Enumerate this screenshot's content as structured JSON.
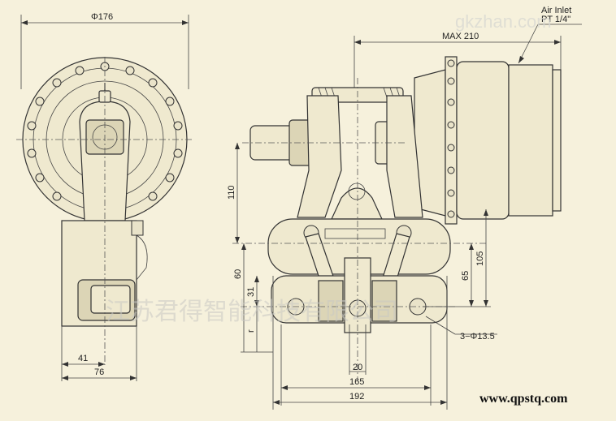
{
  "drawing": {
    "dims": {
      "phi176": "Φ176",
      "d41": "41",
      "d76": "76",
      "max210": "MAX 210",
      "d110": "110",
      "d60": "60",
      "d31": "31",
      "r": "r",
      "d20": "20",
      "d165": "165",
      "d192": "192",
      "d65": "65",
      "d105": "105",
      "holes": "3−Φ13.5"
    },
    "air_inlet": {
      "line1": "Air Inlet",
      "line2": "PT 1/4\""
    },
    "watermark": {
      "company": "江苏君得智能科技有限公司",
      "site_faint": "gkzhan.com",
      "site": "www.qpstq.com"
    }
  }
}
